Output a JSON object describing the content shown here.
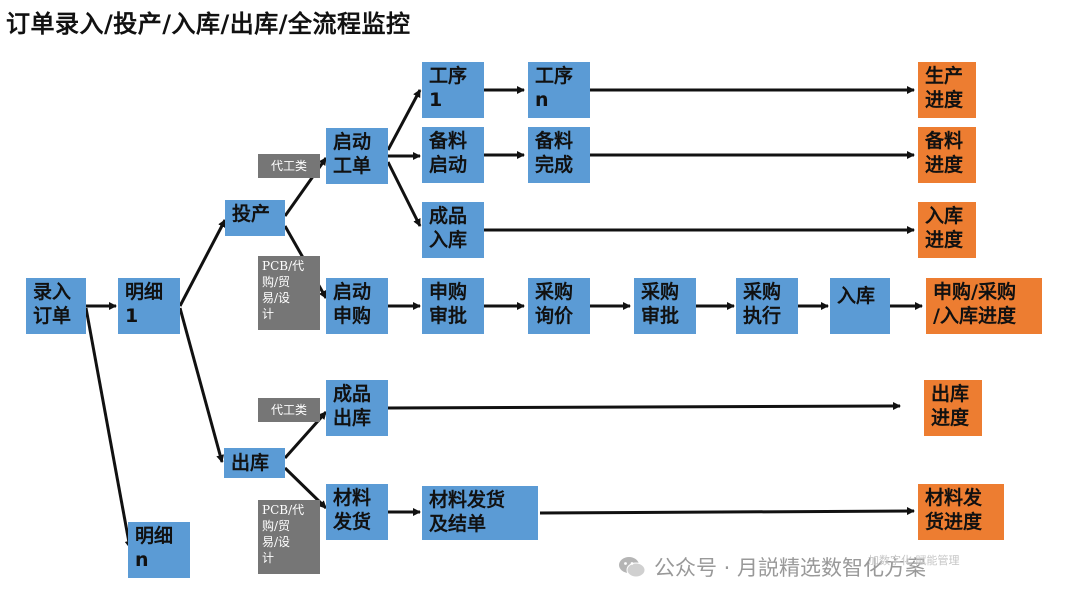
{
  "title": "订单录入/投产/入库/出库/全流程监控",
  "nodes": {
    "order_entry": "录入\n订单",
    "detail_1": "明细\n1",
    "detail_n": "明细\nn",
    "production": "投产",
    "outbound": "出库",
    "start_work_order": "启动\n工单",
    "start_purchase": "启动\n申购",
    "finished_outbound": "成品\n出库",
    "material_issue": "材料\n发货",
    "process_1": "工序\n1",
    "process_n": "工序\nn",
    "material_prep_start": "备料\n启动",
    "material_prep_done": "备料\n完成",
    "finished_inbound": "成品\n入库",
    "purchase_approve": "申购\n审批",
    "purchase_inquiry": "采购\n询价",
    "purchase_review": "采购\n审批",
    "purchase_execute": "采购\n执行",
    "inbound": "入库",
    "material_ship_settle": "材料发货\n及结单"
  },
  "tags": {
    "oem_top": "代工类",
    "pcb_top": "PCB/代\n购/贸\n易/设\n计",
    "oem_bottom": "代工类",
    "pcb_bottom": "PCB/代\n购/贸\n易/设\n计"
  },
  "progress": {
    "production": "生产\n进度",
    "material_prep": "备料\n进度",
    "inbound": "入库\n进度",
    "purchase": "申购/采购\n/入库进度",
    "outbound": "出库\n进度",
    "material_ship": "材料发\n货进度"
  },
  "watermark": {
    "icon": "wechat-icon",
    "text": "公众号 · 月説精选数智化方案",
    "faint": "加数字化 赋能管理"
  },
  "colors": {
    "box_blue": "#5b9bd5",
    "box_orange": "#ed7d31",
    "tag_gray": "#767676",
    "arrow": "#111111"
  }
}
